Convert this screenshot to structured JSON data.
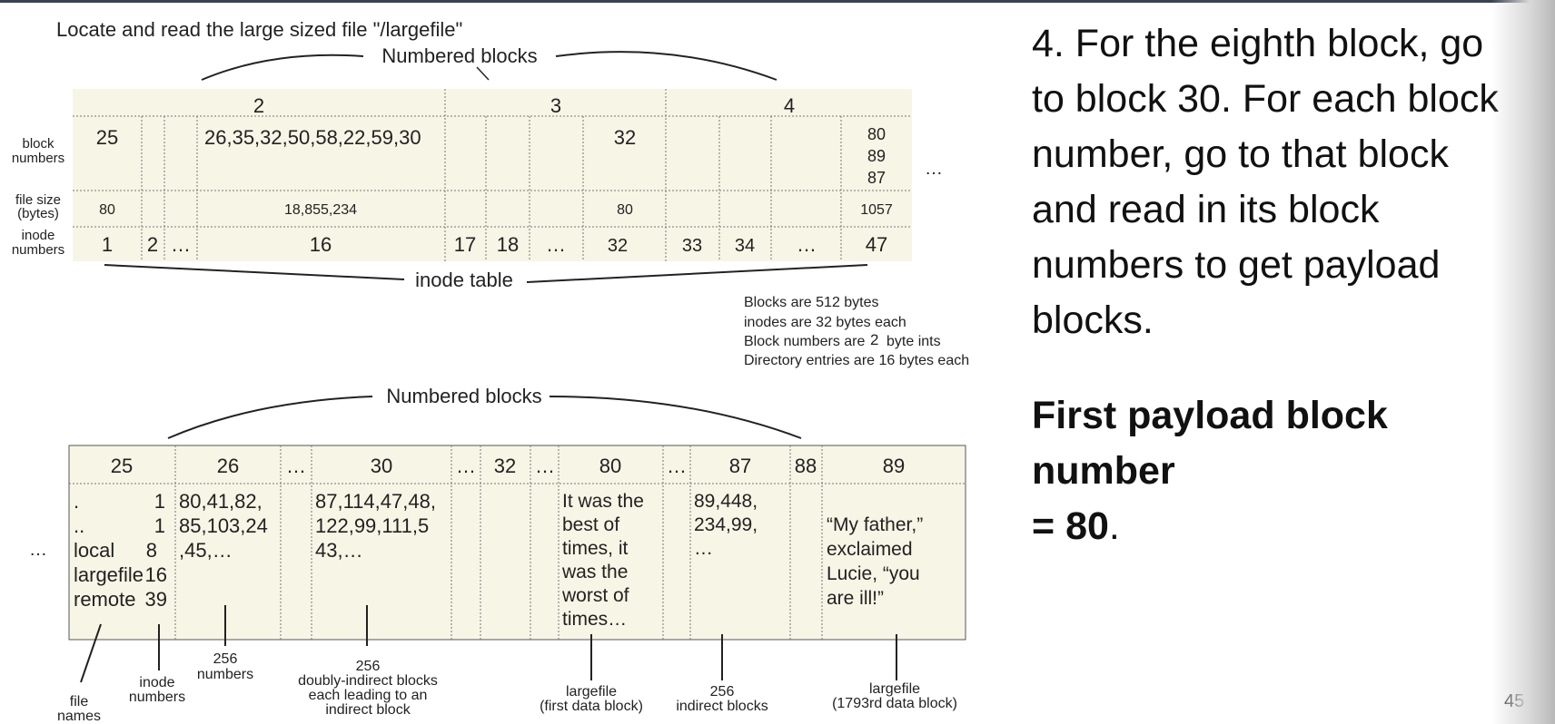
{
  "title": "Locate and read the large sized file \"/largefile\"",
  "top_table": {
    "caption": "Numbered blocks",
    "footer_caption": "inode table",
    "row_labels": {
      "block_numbers": [
        "block",
        "numbers"
      ],
      "file_size": [
        "file size",
        "(bytes)"
      ],
      "inode_numbers": [
        "inode",
        "numbers"
      ]
    },
    "header_numbers": [
      "2",
      "3",
      "4"
    ],
    "block_number_values": {
      "c1": "25",
      "c4": "26,35,32,50,58,22,59,30",
      "c8": "32",
      "c12": [
        "80",
        "89",
        "87"
      ]
    },
    "file_size_values": {
      "c1": "80",
      "c4": "18,855,234",
      "c8": "80",
      "c12": "1057"
    },
    "inode_values": [
      "1",
      "2",
      "…",
      "16",
      "17",
      "18",
      "…",
      "32",
      "33",
      "34",
      "…",
      "47"
    ],
    "trailing_ellipsis": "…"
  },
  "notes": [
    "Blocks are 512 bytes",
    "inodes are 32 bytes each",
    "Block numbers are",
    "2",
    "byte ints",
    "Directory entries are 16 bytes each"
  ],
  "bottom_table": {
    "caption": "Numbered blocks",
    "leading_ellipsis": "…",
    "headers": [
      "25",
      "26",
      "…",
      "30",
      "…",
      "32",
      "…",
      "80",
      "…",
      "87",
      "88",
      "89"
    ],
    "dir_entries": [
      {
        "name": ".",
        "inode": "1"
      },
      {
        "name": "..",
        "inode": "1"
      },
      {
        "name": "local",
        "inode": "8"
      },
      {
        "name": "largefile",
        "inode": "16"
      },
      {
        "name": "remote",
        "inode": "39"
      }
    ],
    "block26": [
      "80,41,82,",
      "85,103,24",
      ",45,…"
    ],
    "block30": [
      "87,114,47,48,",
      "122,99,111,5",
      "43,…"
    ],
    "block80": [
      "It was the",
      "best of",
      "times, it",
      "was the",
      "worst of",
      "times…"
    ],
    "block87": [
      "89,448,",
      "234,99,",
      "…"
    ],
    "block89": [
      "“My father,”",
      "exclaimed",
      "Lucie, “you",
      "are ill!”"
    ],
    "annotations": {
      "file_names": [
        "file",
        "names"
      ],
      "inode_numbers": [
        "inode",
        "numbers"
      ],
      "numbers_256": [
        "256",
        "numbers"
      ],
      "doubly_indirect": [
        "256",
        "doubly-indirect blocks",
        "each leading to an",
        "indirect block"
      ],
      "first_data": [
        "largefile",
        "(first data block)"
      ],
      "indirect": [
        "256",
        "indirect blocks"
      ],
      "data_1793": [
        "largefile",
        "(1793rd data block)"
      ]
    }
  },
  "right_panel": {
    "step_lines": [
      "4. For the eighth block, go",
      "to block 30.  For each block",
      "number, go to that block",
      "and read in its block",
      "numbers to get payload",
      "blocks."
    ],
    "answer_label": "First payload block number",
    "answer_eq": "= ",
    "answer_value": "80",
    "answer_period": "."
  },
  "page_number": "45",
  "colors": {
    "table_fill": "#f7f5e6",
    "border": "#555555"
  }
}
